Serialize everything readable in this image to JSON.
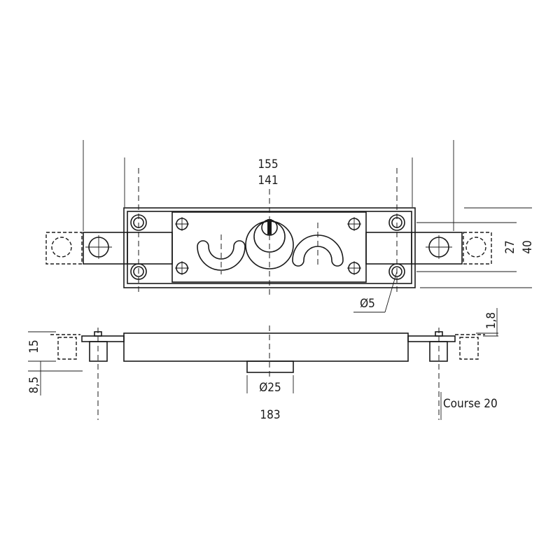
{
  "title": "Rolling shutter lock technical drawing",
  "dimensions": {
    "overall_length": "155",
    "plate_length": "141",
    "height_inner": "27",
    "height_outer": "40",
    "screw_hole": "Ø5",
    "plate_thickness": "1,8",
    "body_height": "15",
    "cylinder_protrusion": "8,5",
    "cylinder_diameter": "Ø25",
    "total_length": "183",
    "stroke": "Course 20"
  },
  "colors": {
    "line": "#1a1a1a",
    "background": "#ffffff"
  }
}
